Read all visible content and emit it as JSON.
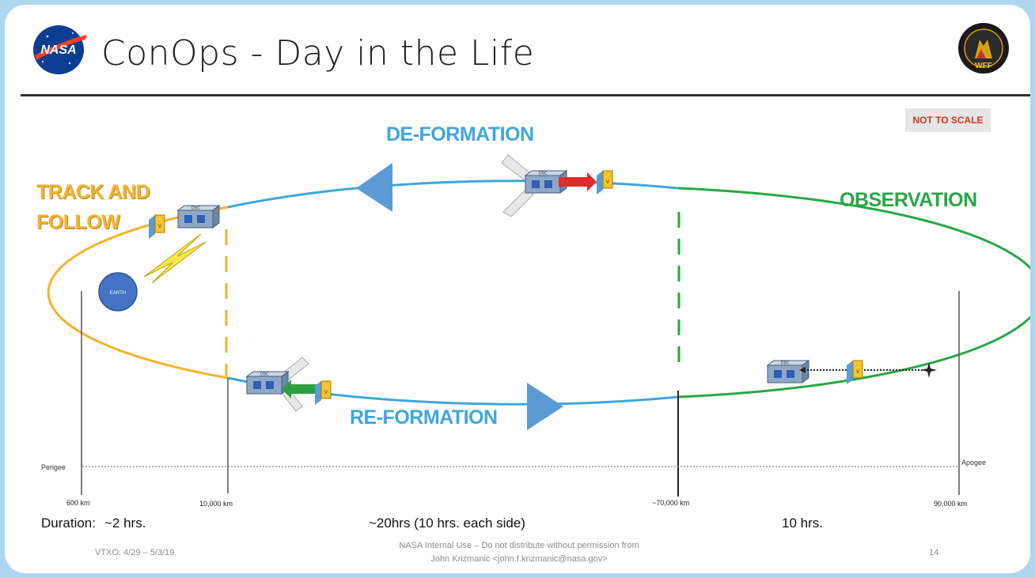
{
  "slide": {
    "title": "ConOps - Day in the Life",
    "not_to_scale": "NOT TO SCALE",
    "footer_left": "VTXO: 4/29 – 5/3/19",
    "footer_center_line1": "NASA Internal Use – Do not distribute without permission from",
    "footer_center_line2": "John Krizmanic <john.f.krizmanic@nasa.gov>",
    "page_number": "14"
  },
  "logos": {
    "nasa": "NASA",
    "wff": "WFF"
  },
  "phases": {
    "track_line1": "TRACK AND",
    "track_line2": "FOLLOW",
    "deformation": "DE-FORMATION",
    "reformation": "RE-FORMATION",
    "observation": "OBSERVATION"
  },
  "diagram": {
    "earth_label": "EARTH",
    "spacecraft_label": "DSC",
    "detector_label": "V",
    "perigee": "Perigee",
    "apogee": "Apogee"
  },
  "distances": {
    "d1": "600 km",
    "d2": "10,000 km",
    "d3": "~70,000 km",
    "d4": "90,000 km"
  },
  "durations": {
    "label": "Duration:",
    "d1": "~2 hrs.",
    "d2": "~20hrs (10 hrs. each side)",
    "d3": "10 hrs."
  },
  "colors": {
    "track": "#f4b32b",
    "transit": "#3ea7dc",
    "observation": "#28a745",
    "arrow": "#5b9bd5",
    "not_to_scale": "#e0321e"
  }
}
